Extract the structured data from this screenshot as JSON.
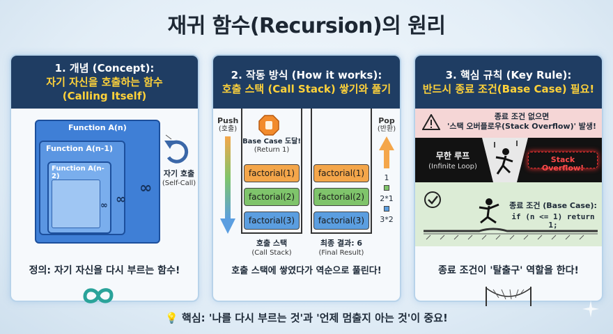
{
  "title": "재귀 함수(Recursion)의 원리",
  "panel1": {
    "h1": "1. 개념 (Concept):",
    "h2": "자기 자신을 호출하는 함수",
    "h3": "(Calling Itself)",
    "box1": "Function A(n)",
    "box2": "Function A(n-1)",
    "box3": "Function A(n-2)",
    "inf": "∞",
    "self_call": "자기 호출",
    "self_call_en": "(Self-Call)",
    "caption": "정의: 자기 자신을 다시 부르는 함수!"
  },
  "panel2": {
    "h1": "2. 작동 방식 (How it works):",
    "h2": "호출 스택 (Call Stack) 쌓기와 풀기",
    "push": "Push",
    "push_ko": "(호출)",
    "pop": "Pop",
    "pop_ko": "(반환)",
    "base_reached": "Base Case 도달!",
    "return1": "(Return 1)",
    "stack_left": [
      "factorial(1)",
      "factorial(2)",
      "factorial(3)"
    ],
    "stack_right": [
      "factorial(1)",
      "factorial(2)",
      "factorial(3)"
    ],
    "results": [
      "1",
      "2*1",
      "3*2"
    ],
    "call_stack": "호출 스택",
    "call_stack_en": "(Call Stack)",
    "final": "최종 결과: 6",
    "final_en": "(Final Result)",
    "caption": "호출 스택에 쌓였다가 역순으로 풀린다!"
  },
  "panel3": {
    "h1": "3. 핵심 규칙 (Key Rule):",
    "h2": "반드시 종료 조건(Base Case) 필요!",
    "warn1": "종료 조건 없으면",
    "warn2": "'스택 오버플로우(Stack Overflow)' 발생!",
    "loop": "무한 루프",
    "loop_en": "(Infinite Loop)",
    "overflow": "Stack Overflow!",
    "base1": "종료 조건 (Base Case):",
    "base2": "if (n <= 1) return 1;",
    "caption": "종료 조건이 '탈출구' 역할을 한다!"
  },
  "footer": "핵심: '나를 다시 부르는 것'과 '언제 멈출지 아는 것'이 중요!"
}
